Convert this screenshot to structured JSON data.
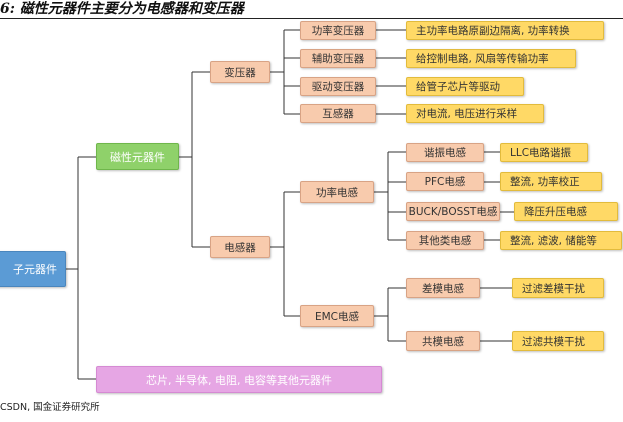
{
  "title": "6: 磁性元器件主要分为电感器和变压器",
  "source": "CSDN, 国金证券研究所",
  "colors": {
    "root": "#5b9bd5",
    "level1": "#8fd16a",
    "other": "#e6a6e4",
    "category": "#f8cbad",
    "description": "#ffd966",
    "connector": "#333333"
  },
  "diagram": {
    "root": "子元器件",
    "magnetic": "磁性元器件",
    "other_components": "芯片, 半导体, 电阻, 电容等其他元器件",
    "transformer": {
      "label": "变压器",
      "children": [
        {
          "label": "功率变压器",
          "desc": "主功率电路原副边隔离, 功率转换"
        },
        {
          "label": "辅助变压器",
          "desc": "给控制电路, 风扇等传输功率"
        },
        {
          "label": "驱动变压器",
          "desc": "给管子芯片等驱动"
        },
        {
          "label": "互感器",
          "desc": "对电流, 电压进行采样"
        }
      ]
    },
    "inductor": {
      "label": "电感器",
      "power": {
        "label": "功率电感",
        "children": [
          {
            "label": "谐振电感",
            "desc": "LLC电路谐振"
          },
          {
            "label": "PFC电感",
            "desc": "整流, 功率校正"
          },
          {
            "label": "BUCK/BOSST电感",
            "desc": "降压升压电感"
          },
          {
            "label": "其他类电感",
            "desc": "整流, 滤波, 储能等"
          }
        ]
      },
      "emc": {
        "label": "EMC电感",
        "children": [
          {
            "label": "差模电感",
            "desc": "过滤差模干扰"
          },
          {
            "label": "共模电感",
            "desc": "过滤共模干扰"
          }
        ]
      }
    }
  }
}
